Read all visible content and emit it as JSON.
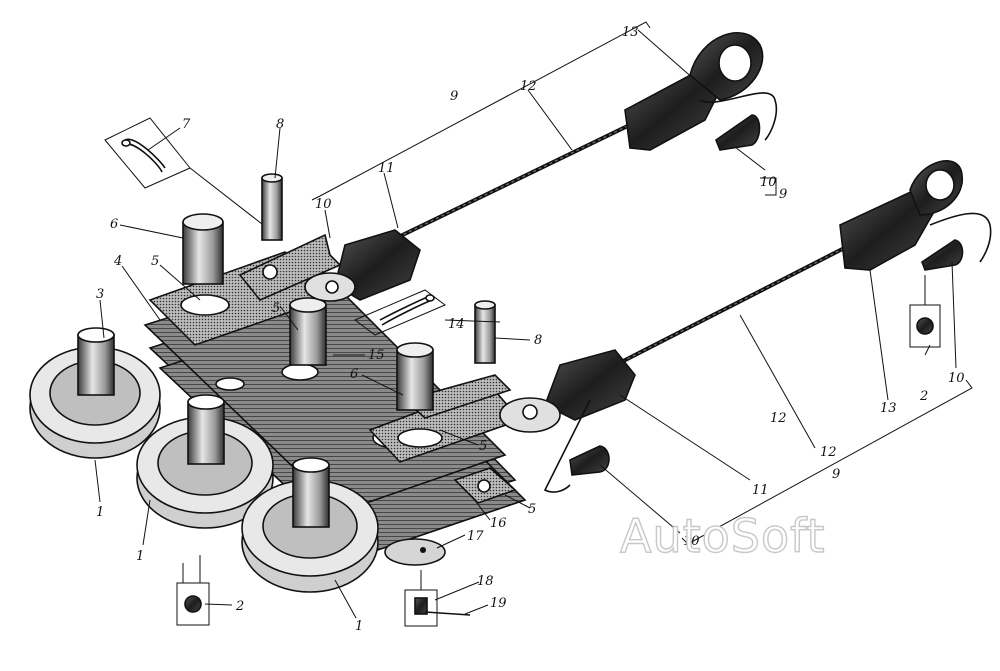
{
  "callouts": {
    "c1a": "1",
    "c1b": "1",
    "c1c": "1",
    "c2a": "2",
    "c2b": "2",
    "c3": "3",
    "c4": "4",
    "c5a": "5",
    "c5b": "5",
    "c5c": "5",
    "c5d": "5",
    "c6a": "6",
    "c6b": "6",
    "c7": "7",
    "c8a": "8",
    "c8b": "8",
    "c9a": "9",
    "c9b": "9",
    "c9c": "9",
    "c10a": "10",
    "c10b": "10",
    "c10c": "10",
    "c10d": "10",
    "c11a": "11",
    "c11b": "11",
    "c12a": "12",
    "c12b": "12",
    "c12c": "12",
    "c13a": "13",
    "c13b": "13",
    "c14": "14",
    "c15": "15",
    "c16": "16",
    "c17": "17",
    "c18": "18",
    "c19": "19"
  },
  "watermark": "AutoSoft"
}
